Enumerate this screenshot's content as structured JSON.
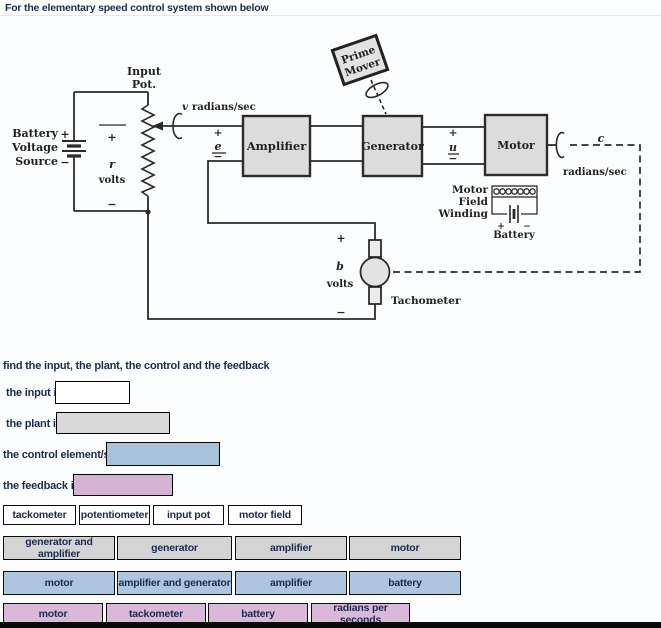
{
  "header": {
    "title": "For the elementary speed control system shown below"
  },
  "diagram": {
    "labels": {
      "input_pot_line1": "Input",
      "input_pot_line2": "Pot.",
      "speed_ref": "v",
      "speed_ref_units": "radians/sec",
      "battery_line1": "Battery",
      "battery_line2": "Voltage",
      "battery_line3": "Source",
      "r": "r",
      "r_units": "volts",
      "e": "e",
      "amplifier": "Amplifier",
      "generator": "Generator",
      "motor": "Motor",
      "u": "u",
      "c": "c",
      "c_units": "radians/sec",
      "prime_mover_line1": "Prime",
      "prime_mover_line2": "Mover",
      "field_line1": "Motor",
      "field_line2": "Field",
      "field_line3": "Winding",
      "field_battery": "Battery",
      "b": "b",
      "b_units": "volts",
      "tachometer": "Tachometer",
      "plus": "+",
      "minus": "−"
    }
  },
  "question": {
    "prompt": "find the input, the plant, the control and the feedback",
    "fields": [
      {
        "label": "the input is",
        "value": ""
      },
      {
        "label": "the plant is",
        "value": ""
      },
      {
        "label": "the control element/s",
        "value": ""
      },
      {
        "label": "the feedback is",
        "value": ""
      }
    ]
  },
  "options": {
    "row1": [
      "tackometer",
      "potentiometer",
      "input pot",
      "motor field"
    ],
    "row2": [
      "generator and amplifier",
      "generator",
      "amplifier",
      "motor"
    ],
    "row3": [
      "motor",
      "amplifier and generator",
      "amplifier",
      "battery"
    ],
    "row4": [
      "motor",
      "tackometer",
      "battery",
      "radians per seconds"
    ]
  },
  "colors": {
    "text_navy": "#1c2b4e",
    "answer_input_bg": "#ffffff",
    "answer_plant_bg": "#d9d9d9",
    "answer_control_bg": "#a9c2dc",
    "answer_feedback_bg": "#d5b3d2",
    "option_white": "#ffffff",
    "option_gray": "#d4d4d4",
    "option_blue": "#adc5df",
    "option_pink": "#d9b8d8",
    "diagram_block_fill": "#dcdcdc",
    "diagram_line": "#2b2b2b"
  }
}
